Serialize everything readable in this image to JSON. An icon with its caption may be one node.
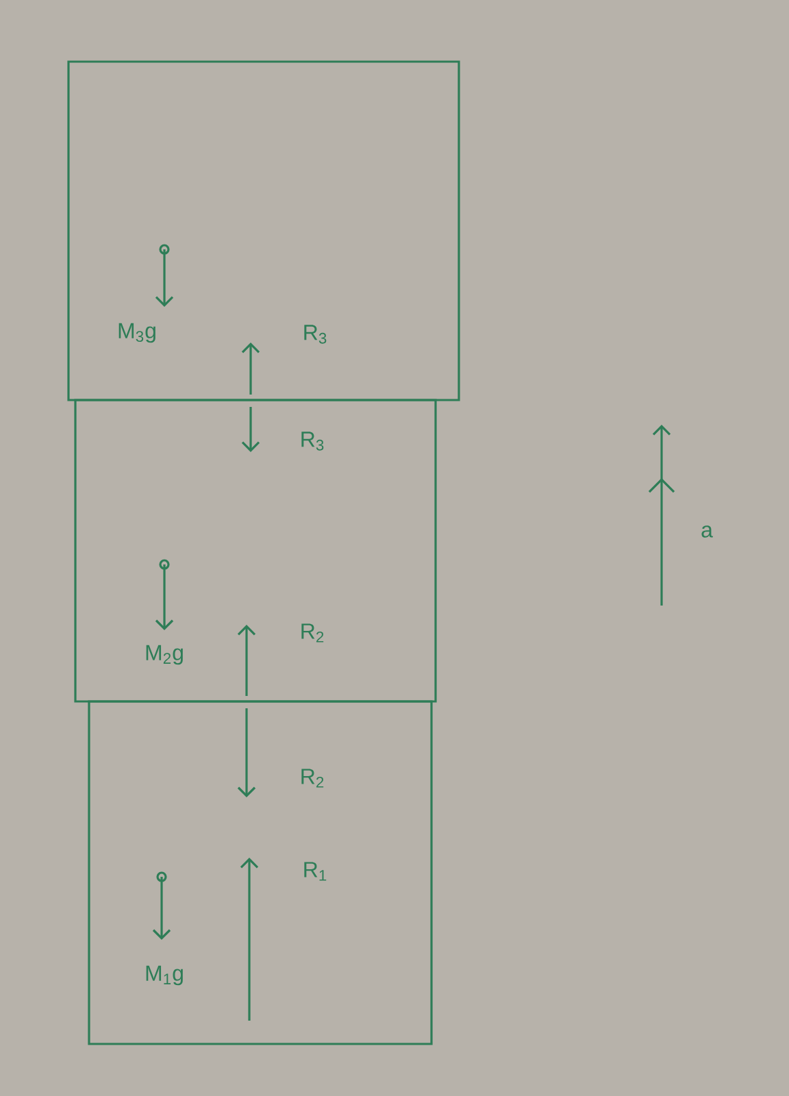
{
  "diagram": {
    "nodes": [
      {
        "text": [],
        "shape": "box"
      },
      {
        "text": [],
        "shape": "box"
      },
      {
        "text": [],
        "shape": "box"
      }
    ],
    "labels": [
      "M$_{3}$g",
      "R$_{3}$",
      "R$_{3}$",
      "M$_{2}$g",
      "R$_{2}$",
      "R$_{2}$",
      "M$_{1}$g",
      "R$_{1}$",
      "a"
    ]
  }
}
